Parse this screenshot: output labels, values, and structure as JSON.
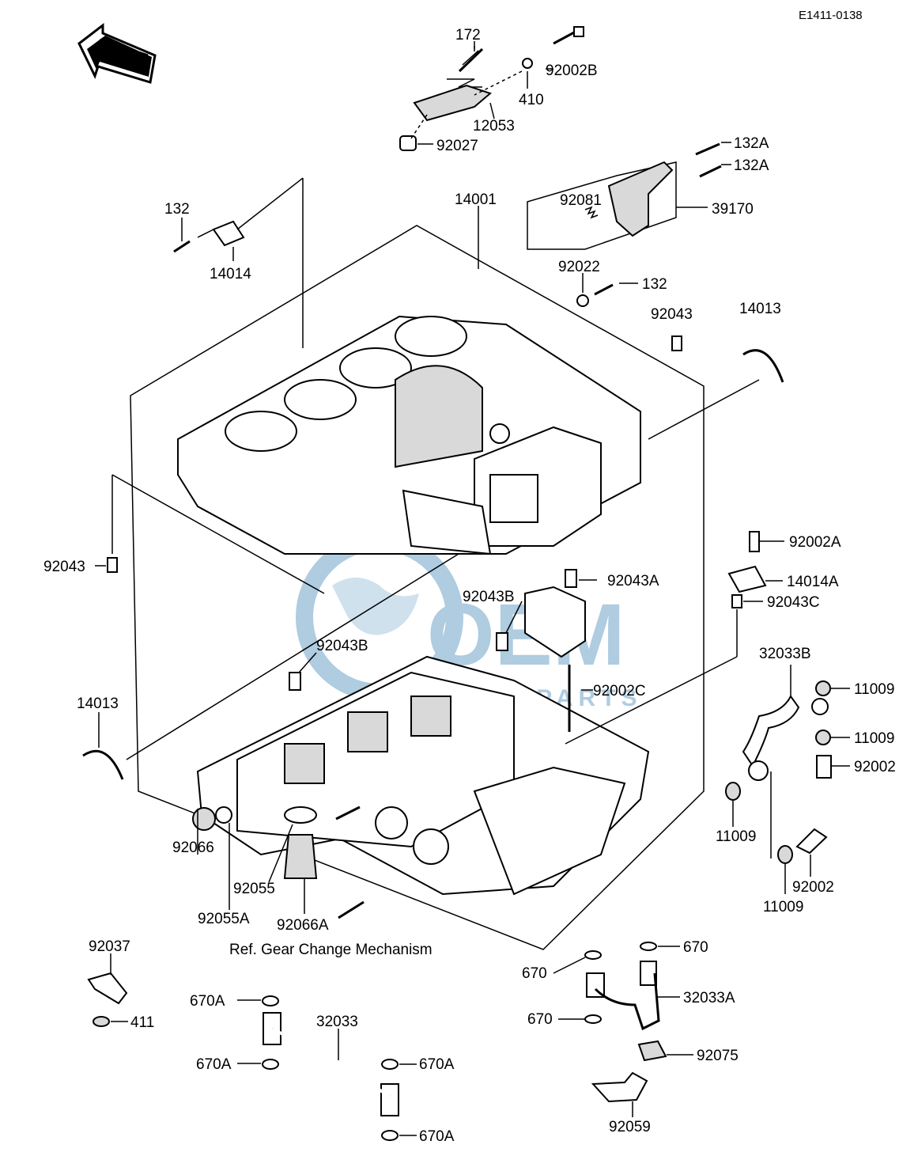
{
  "diagram_code": "E1411-0138",
  "front_arrow_text": "FRONT",
  "watermark": {
    "brand": "OEM",
    "sub": "MOTORPARTS",
    "color": "#6ea3c8"
  },
  "labels": {
    "p172": "172",
    "p92002B": "92002B",
    "p410": "410",
    "p12053": "12053",
    "p92027": "92027",
    "p132A_1": "132A",
    "p132A_2": "132A",
    "p92081": "92081",
    "p39170": "39170",
    "p14001": "14001",
    "p132_top": "132",
    "p14014": "14014",
    "p92022": "92022",
    "p132_mid": "132",
    "p92043_top": "92043",
    "p14013_right": "14013",
    "p92043_left": "92043",
    "p92002A": "92002A",
    "p14014A": "14014A",
    "p92043A": "92043A",
    "p92043B_1": "92043B",
    "p92043C": "92043C",
    "p92043B_2": "92043B",
    "p32033B": "32033B",
    "p11009_1": "11009",
    "p92002C": "92002C",
    "p14013_left": "14013",
    "p11009_2": "11009",
    "p92002_1": "92002",
    "p11009_3": "11009",
    "p92066": "92066",
    "p92055": "92055",
    "p92055A": "92055A",
    "p92066A": "92066A",
    "p92002_2": "92002",
    "p11009_4": "11009",
    "ref_text": "Ref. Gear Change Mechanism",
    "p670_1": "670",
    "p92037": "92037",
    "p670_2": "670",
    "p32033A": "32033A",
    "p670A_1": "670A",
    "p32033": "32033",
    "p411": "411",
    "p670_3": "670",
    "p670A_2": "670A",
    "p670A_3": "670A",
    "p92075": "92075",
    "p92059": "92059",
    "p670A_4": "670A"
  }
}
